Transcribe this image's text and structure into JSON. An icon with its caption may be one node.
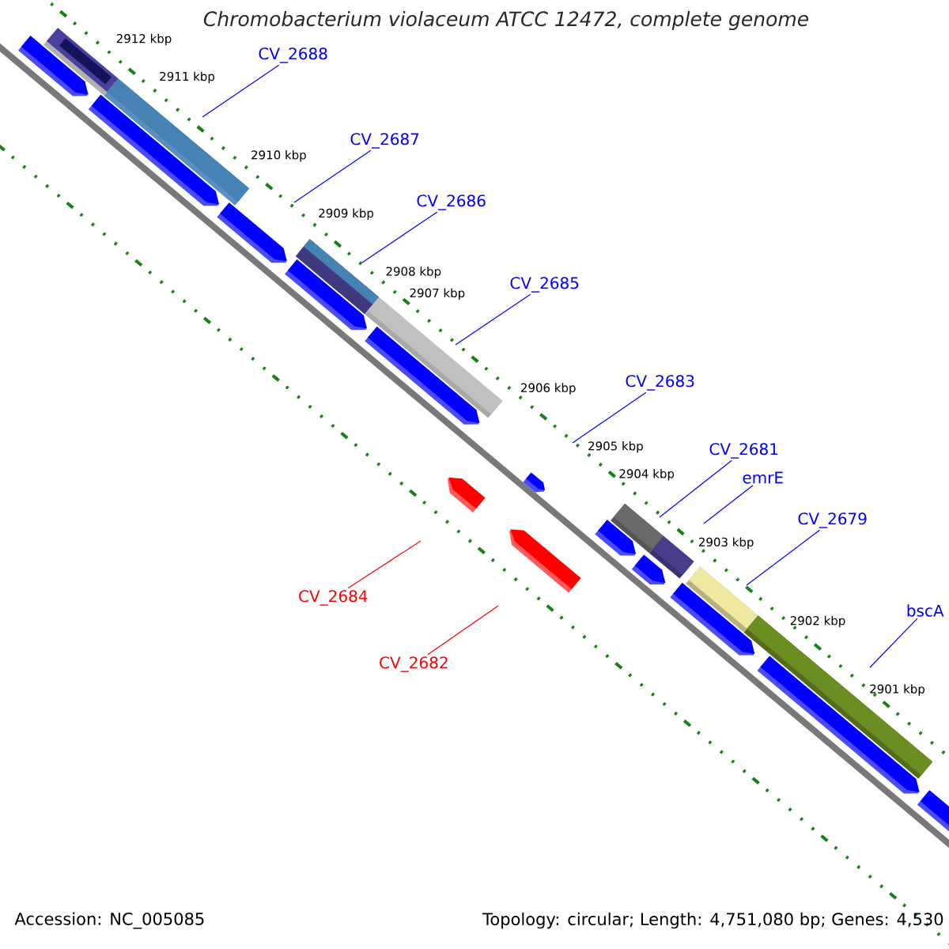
{
  "diagram": {
    "title": "Chromobacterium violaceum ATCC 12472, complete genome",
    "nodes": [
      {
        "text": [
          "CV_2688"
        ]
      },
      {
        "text": [
          "CV_2687"
        ]
      },
      {
        "text": [
          "CV_2686"
        ]
      },
      {
        "text": [
          "CV_2685"
        ]
      },
      {
        "text": [
          "CV_2683"
        ]
      },
      {
        "text": [
          "CV_2681"
        ]
      },
      {
        "text": [
          "emrE"
        ]
      },
      {
        "text": [
          "CV_2679"
        ]
      },
      {
        "text": [
          "CV_2684"
        ]
      },
      {
        "text": [
          "bscA"
        ]
      },
      {
        "text": [
          "CV_2682"
        ]
      }
    ],
    "edges": [
      {
        "from": 0,
        "to": null,
        "arrow": "none"
      },
      {
        "from": 1,
        "to": null,
        "arrow": "none"
      },
      {
        "from": 2,
        "to": null,
        "arrow": "none"
      },
      {
        "from": 3,
        "to": null,
        "arrow": "none"
      },
      {
        "from": 4,
        "to": null,
        "arrow": "none"
      },
      {
        "from": 5,
        "to": null,
        "arrow": "none"
      },
      {
        "from": 6,
        "to": null,
        "arrow": "none"
      },
      {
        "from": 7,
        "to": null,
        "arrow": "none"
      },
      {
        "from": 8,
        "to": null,
        "arrow": "none",
        "color": "#ff0000"
      },
      {
        "from": 9,
        "to": null,
        "arrow": "none"
      },
      {
        "from": 10,
        "to": null,
        "arrow": "none",
        "color": "#ff0000"
      }
    ],
    "labels": [
      "2912 kbp",
      "2911 kbp",
      "2910 kbp",
      "2909 kbp",
      "2908 kbp",
      "2907 kbp",
      "2906 kbp",
      "2905 kbp",
      "2904 kbp",
      "2903 kbp",
      "2902 kbp",
      "2901 kbp",
      "Accession: NC_005085",
      "Topology: circular; Length: 4,751,080 bp; Genes: 4,530"
    ]
  }
}
